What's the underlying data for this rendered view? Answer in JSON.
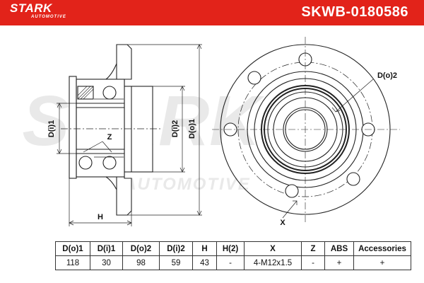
{
  "header": {
    "brand": "STARK",
    "brand_sub": "AUTOMOTIVE",
    "part_number": "SKWB-0180586",
    "color": "#e2231a"
  },
  "watermark": {
    "main": "STARK",
    "sub": "AUTOMOTIVE"
  },
  "drawing_labels": {
    "d_i1": "D(i)1",
    "d_i2": "D(i)2",
    "d_o1": "D(o)1",
    "d_o2": "D(o)2",
    "h": "H",
    "z": "Z",
    "x": "X"
  },
  "specs": {
    "headers": [
      "D(o)1",
      "D(i)1",
      "D(o)2",
      "D(i)2",
      "H",
      "H(2)",
      "X",
      "Z",
      "ABS",
      "Accessories"
    ],
    "values": [
      "118",
      "30",
      "98",
      "59",
      "43",
      "-",
      "4-M12x1.5",
      "-",
      "+",
      "+"
    ]
  }
}
